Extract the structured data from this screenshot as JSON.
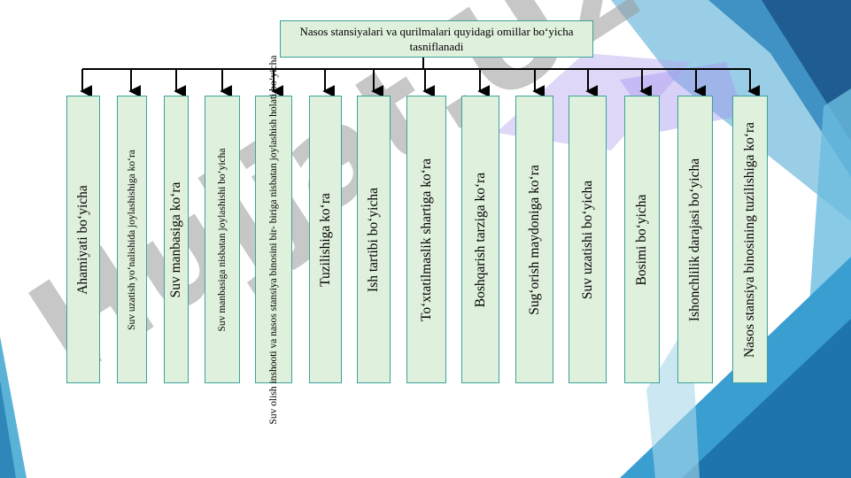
{
  "title": "Nasos stansiyalari va qurilmalari quyidagi omillar bo‘yicha tasniflanadi",
  "categories": [
    "Ahamiyati bo‘yicha",
    "Suv uzatish yo‘nalishida joylashishiga ko‘ra",
    "Suv manbasiga ko‘ra",
    "Suv manbasiga nisbatan joylashishi bo‘yicha",
    "Suv olish inshooti va nasos stansiya binosini bir-biriga nisbatan joylashish holati bo‘yicha",
    "Tuzilishiga ko‘ra",
    "Ish tartibi bo‘yicha",
    "To‘xtatilmaslik shartiga ko‘ra",
    "Boshqarish tarziga ko‘ra",
    "Sug‘orish maydoniga ko‘ra",
    "Suv uzatishi bo‘yicha",
    "Bosimi bo‘yicha",
    "Ishonchlilik darajasi bo‘yicha",
    "Nasos stansiya binosining tuzilishiga ko‘ra"
  ],
  "watermark": "Hujjat.Uz",
  "colors": {
    "box_fill": "#dff0dc",
    "box_border": "#3aa39a",
    "accent_blue": "#2f7fb5"
  }
}
